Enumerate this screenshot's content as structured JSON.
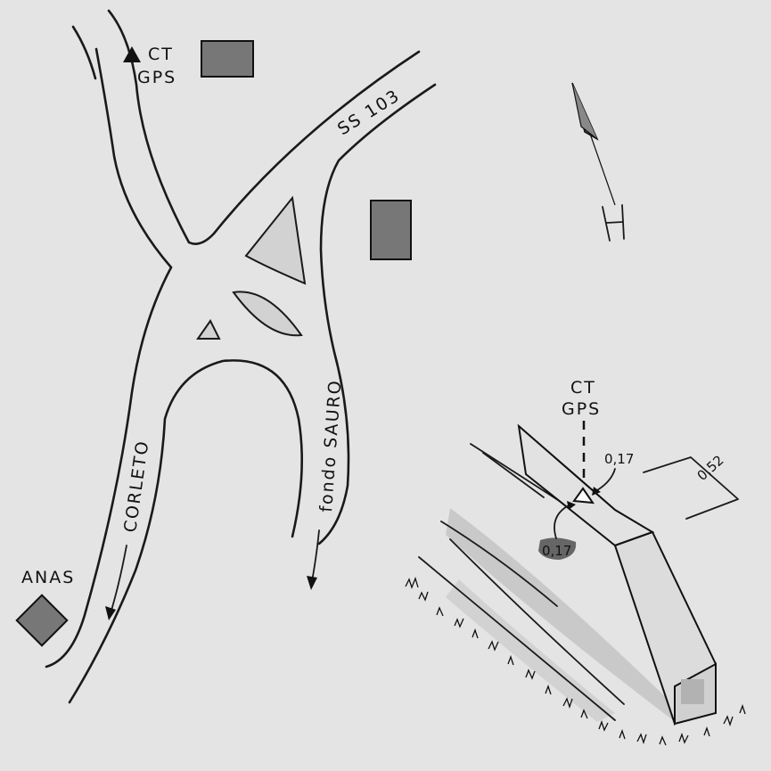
{
  "map": {
    "station_label_line1": "CT",
    "station_label_line2": "GPS",
    "road_ss103": "SS 103",
    "road_corleto": "CORLETO",
    "road_fondo_sauro": "fondo SAURO",
    "building_anas": "ANAS",
    "north_icon": "north-arrow-icon"
  },
  "detail": {
    "station_label_line1": "CT",
    "station_label_line2": "GPS",
    "offset_top": "0,17",
    "offset_side": "0,17",
    "width_dim": "0,52"
  },
  "colors": {
    "background": "#e4e4e4",
    "ink": "#111111",
    "building_fill": "#777777",
    "island_fill": "#d2d2d2"
  }
}
